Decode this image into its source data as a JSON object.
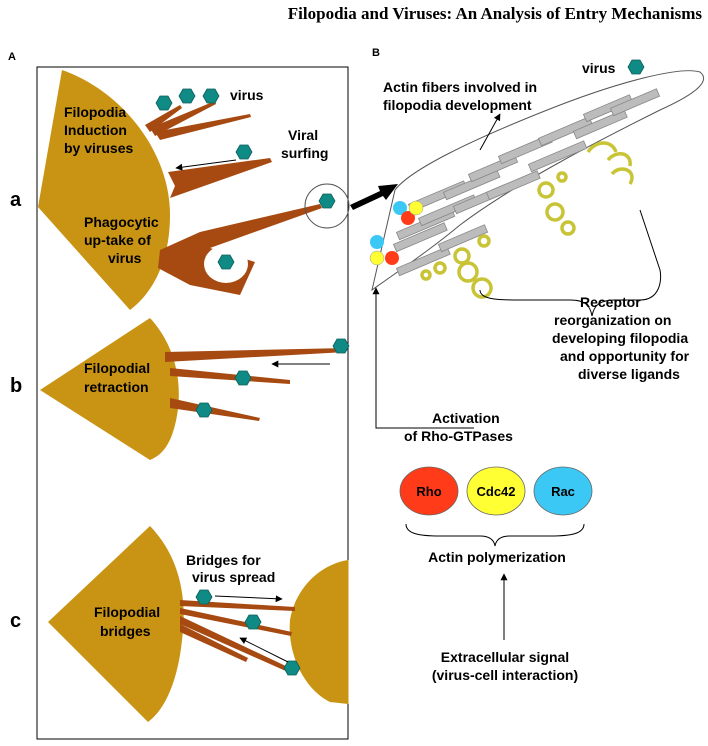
{
  "header": {
    "title": "Filopodia and Viruses: An Analysis of Entry Mechanisms"
  },
  "panel_a": {
    "label": "A",
    "rows": {
      "a": "a",
      "b": "b",
      "c": "c"
    },
    "virus": "virus",
    "induction": [
      "Filopodia",
      "Induction",
      "by viruses"
    ],
    "surfing": [
      "Viral",
      "surfing"
    ],
    "phagocytic": [
      "Phagocytic",
      "up-take of",
      "virus"
    ],
    "retraction": [
      "Filopodial",
      "retraction"
    ],
    "bridges_title": [
      "Bridges for",
      "virus spread"
    ],
    "bridges": [
      "Filopodial",
      "bridges"
    ]
  },
  "panel_b": {
    "label": "B",
    "virus": "virus",
    "actin_fibers": [
      "Actin fibers involved in",
      "filopodia development"
    ],
    "receptor": [
      "Receptor",
      "reorganization on",
      "developing filopodia",
      "and opportunity for",
      "diverse ligands"
    ],
    "activation": [
      "Activation",
      "of Rho-GTPases"
    ],
    "gtpases": [
      {
        "label": "Rho",
        "color": "#ff3b1a"
      },
      {
        "label": "Cdc42",
        "color": "#ffff33"
      },
      {
        "label": "Rac",
        "color": "#3cc8f5"
      }
    ],
    "polymerization": "Actin polymerization",
    "signal": [
      "Extracellular signal",
      "(virus-cell interaction)"
    ]
  },
  "colors": {
    "cell": "#c99414",
    "filopodium": "#a64a12",
    "virus": "#0f8a84",
    "actin": "#bcbcbc",
    "receptor": "#d8d44a"
  }
}
